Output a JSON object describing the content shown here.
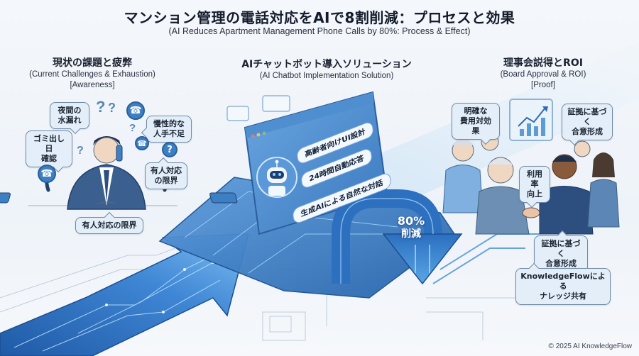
{
  "header": {
    "title": "マンション管理の電話対応をAIで8割削減：プロセスと効果",
    "subtitle": "(AI Reduces Apartment Management Phone Calls by 80%: Process & Effect)"
  },
  "sections": {
    "challenges": {
      "title_jp": "現状の課題と疲弊",
      "title_en": "(Current Challenges & Exhaustion)",
      "tag": "[Awareness]",
      "bubbles": {
        "night_leak": "夜間の\n水漏れ",
        "garbage_day": "ゴミ出し日\n確認",
        "staff_shortage": "慢性的な\n人手不足",
        "human_limit_side": "有人対応\nの限界",
        "human_limit_bottom": "有人対応の限界"
      },
      "icons": [
        "phone-call-icon",
        "question-mark-icon",
        "desk-phone-icon",
        "stressed-manager-illustration"
      ]
    },
    "solution": {
      "title_jp": "AIチャットボット導入ソリューション",
      "title_en": "(AI Chatbot Implementation Solution)",
      "bubbles": {
        "senior_ui": "高齢者向けUI設計",
        "auto_reply": "24時間自動応答",
        "natural_dialog": "生成AIによる自然な対話"
      },
      "reduction": {
        "percent": "80%",
        "label": "削減"
      },
      "icons": [
        "robot-icon",
        "chat-window",
        "down-arrow-icon"
      ]
    },
    "proof": {
      "title_jp": "理事会説得とROI",
      "title_en": "(Board Approval & ROI)",
      "tag": "[Proof]",
      "bubbles": {
        "cost_effect": "明確な\n費用対効果",
        "consensus_top": "証拠に基づく\n合意形成",
        "usage_up": "利用率\n向上",
        "consensus_bottom": "証拠に基づく\n合意形成",
        "knowledge_share": "KnowledgeFlowによる\nナレッジ共有"
      },
      "icons": [
        "growth-chart-icon",
        "handshake-illustration"
      ]
    }
  },
  "footer": {
    "copyright": "© 2025 AI KnowledgeFlow"
  },
  "colors": {
    "accent_blue": "#2f6db3",
    "light_blue": "#8cc4f0",
    "bubble_fill": "#e3eef8",
    "bubble_border": "#6f8aa6",
    "title_text": "#141c2b"
  }
}
